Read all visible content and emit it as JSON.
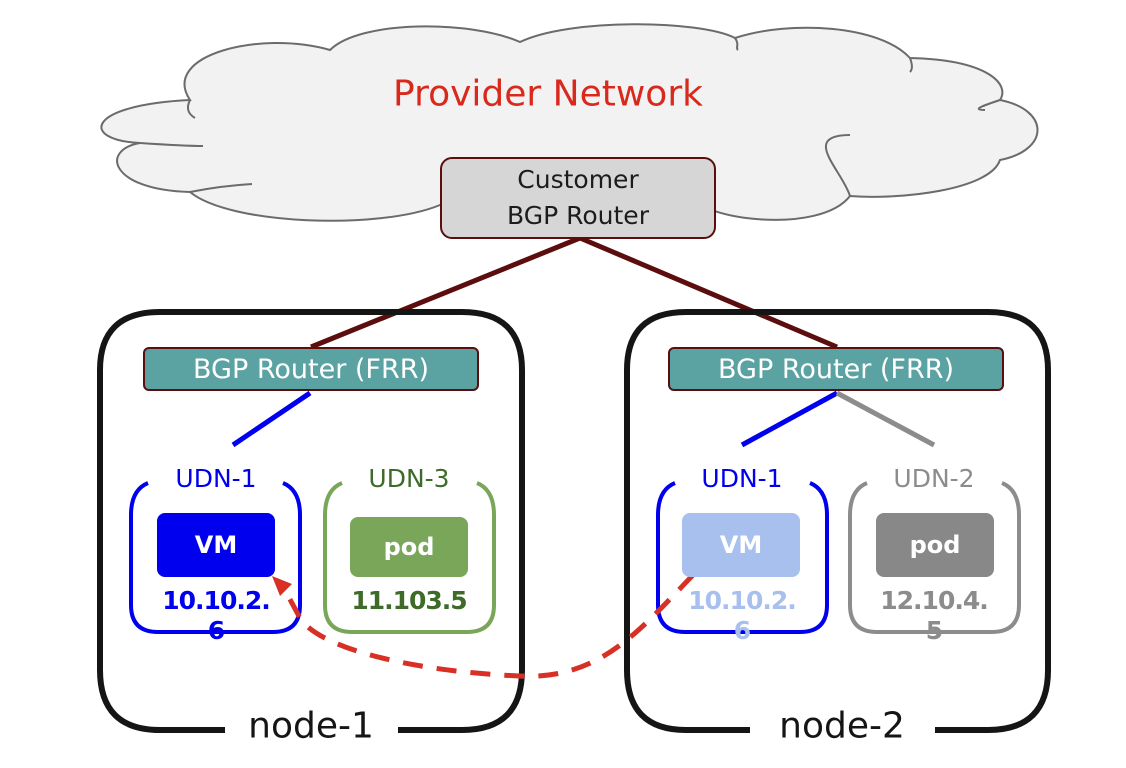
{
  "title": "Provider Network",
  "customer_router": {
    "line1": "Customer",
    "line2": "BGP Router"
  },
  "nodes": [
    {
      "name": "node-1",
      "router_label": "BGP Router (FRR)",
      "udns": [
        {
          "label": "UDN-1",
          "workload": "VM",
          "ip_line1": "10.10.2.",
          "ip_line2": "6",
          "color": "#0000ee",
          "workload_color": "#0000ee",
          "ip_color": "#0000ee"
        },
        {
          "label": "UDN-3",
          "workload": "pod",
          "ip_line1": "11.103.5",
          "ip_line2": "",
          "color": "#7aa65a",
          "workload_color": "#7aa65a",
          "ip_color": "#3f6b2a"
        }
      ]
    },
    {
      "name": "node-2",
      "router_label": "BGP Router (FRR)",
      "udns": [
        {
          "label": "UDN-1",
          "workload": "VM",
          "ip_line1": "10.10.2.",
          "ip_line2": "6",
          "color": "#0000ee",
          "workload_color": "#a8c0ee",
          "ip_color": "#a8c0ee"
        },
        {
          "label": "UDN-2",
          "workload": "pod",
          "ip_line1": "12.10.4.",
          "ip_line2": "5",
          "color": "#8c8c8c",
          "workload_color": "#888888",
          "ip_color": "#8c8c8c"
        }
      ]
    }
  ],
  "colors": {
    "title": "#d9291c",
    "cloud_fill": "#f2f2f2",
    "cloud_stroke": "#6b6b6b",
    "uplink": "#5c0e0e",
    "frr_fill": "#5ba3a3",
    "migration_arrow": "#d93025",
    "node_border": "#151515"
  }
}
